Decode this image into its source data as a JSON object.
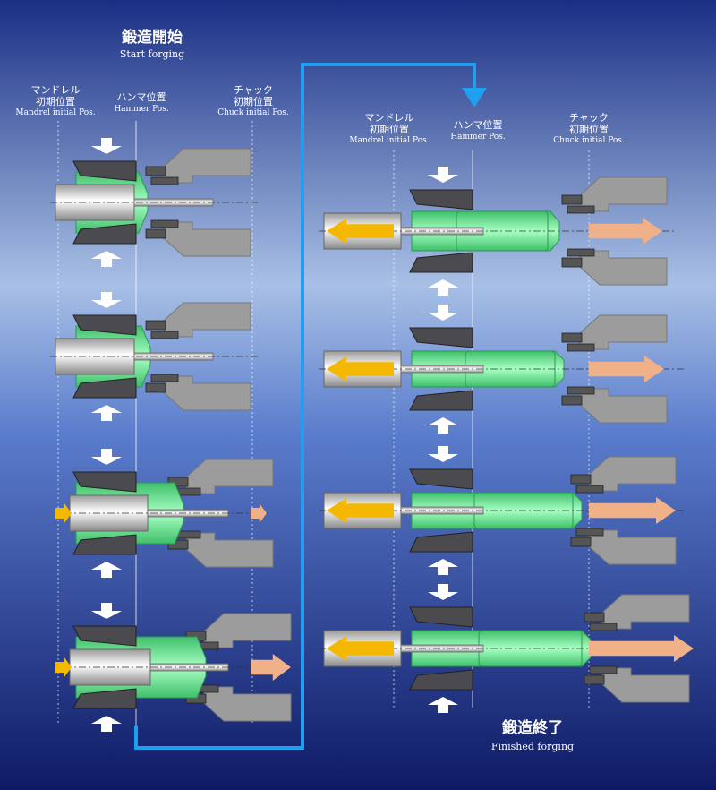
{
  "titles": {
    "start_jp": "鍛造開始",
    "start_en": "Start forging",
    "finish_jp": "鍛造終了",
    "finish_en": "Finished forging"
  },
  "headers": {
    "mandrel_jp1": "マンドレル",
    "mandrel_jp2": "初期位置",
    "mandrel_en": "Mandrel initial Pos.",
    "hammer_jp": "ハンマ位置",
    "hammer_en": "Hammer Pos.",
    "chuck_jp1": "チャック",
    "chuck_jp2": "初期位置",
    "chuck_en": "Chuck initial Pos."
  },
  "colors": {
    "background_light": "#a8c0e6",
    "background_dark": "#0e1a66",
    "workpiece": "#6fe89a",
    "hammer": "#4a4a4f",
    "chuck": "#9c9c9c",
    "mandrel_arrow": "#f5b800",
    "chuck_arrow": "#f0b088",
    "flow_line": "#1ea0f0",
    "press_arrow": "#ffffff"
  }
}
